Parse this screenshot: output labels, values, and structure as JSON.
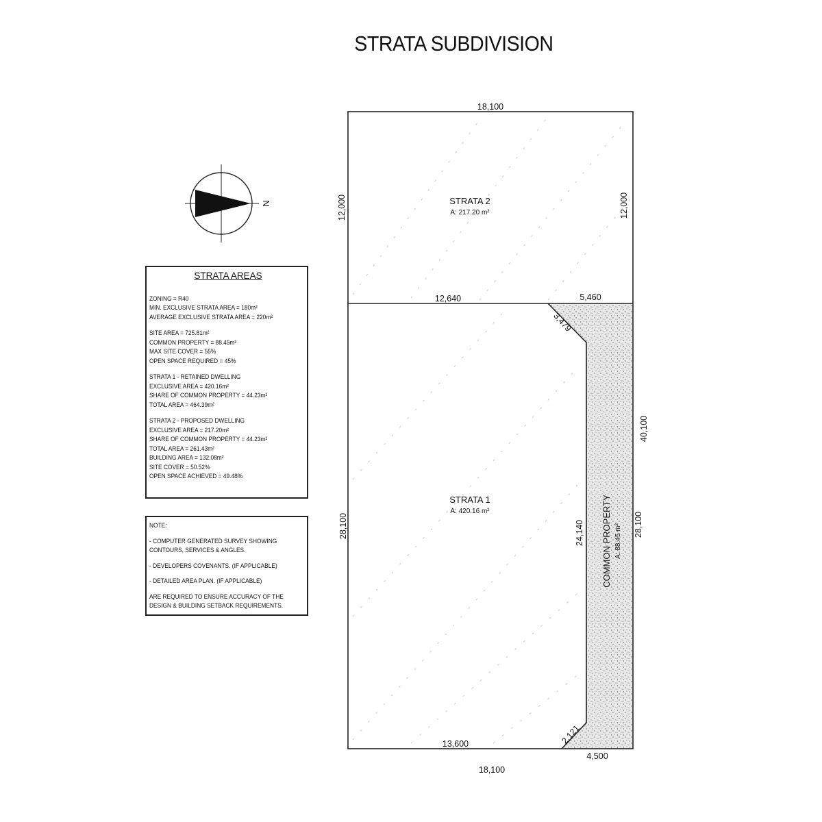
{
  "title": "STRATA SUBDIVISION",
  "compass": {
    "icon": "north-arrow-icon",
    "label": "N"
  },
  "dimensions": {
    "top": "18,100",
    "bottom": "18,100",
    "strata2_left": "12,000",
    "strata2_right": "12,000",
    "divider_strata": "12,640",
    "divider_common": "5,460",
    "chamfer_top": "3,479",
    "right_full": "40,100",
    "right_lower": "28,100",
    "strata1_left": "28,100",
    "inner_edge": "24,140",
    "chamfer_bottom": "2,121",
    "bottom_strata": "13,600",
    "bottom_common": "4,500"
  },
  "lots": {
    "strata2": {
      "name": "STRATA 2",
      "area": "A: 217.20 m²"
    },
    "strata1": {
      "name": "STRATA 1",
      "area": "A: 420.16 m²"
    },
    "common": {
      "name": "COMMON PROPERTY",
      "area": "A: 88.45 m²"
    }
  },
  "areas_table": {
    "heading": "STRATA AREAS",
    "groups": [
      [
        "ZONING = R40",
        "MIN. EXCLUSIVE STRATA AREA = 180m²",
        "AVERAGE EXCLUSIVE STRATA AREA = 220m²"
      ],
      [
        "SITE AREA = 725.81m²",
        "COMMON PROPERTY = 88.45m²",
        "MAX SITE COVER = 55%",
        "OPEN SPACE REQUIRED = 45%"
      ],
      [
        "STRATA 1 - RETAINED DWELLING",
        "EXCLUSIVE AREA = 420.16m²",
        "SHARE OF COMMON PROPERTY = 44.23m²",
        "TOTAL AREA = 464.39m²"
      ],
      [
        "STRATA 2 - PROPOSED DWELLING",
        "EXCLUSIVE AREA = 217.20m²",
        "SHARE OF COMMON PROPERTY = 44.23m²",
        "TOTAL AREA = 261.43m²",
        "BUILDING AREA = 132.08m²",
        "SITE COVER = 50.52%",
        "OPEN SPACE ACHIEVED = 49.48%"
      ]
    ]
  },
  "notes": {
    "heading": "NOTE:",
    "items": [
      [
        "- COMPUTER GENERATED SURVEY SHOWING",
        "CONTOURS, SERVICES & ANGLES."
      ],
      [
        "- DEVELOPERS COVENANTS. (IF APPLICABLE)"
      ],
      [
        "- DETAILED AREA PLAN. (IF APPLICABLE)"
      ],
      [
        "ARE REQUIRED TO ENSURE ACCURACY OF THE",
        "DESIGN & BUILDING SETBACK REQUIREMENTS."
      ]
    ]
  }
}
